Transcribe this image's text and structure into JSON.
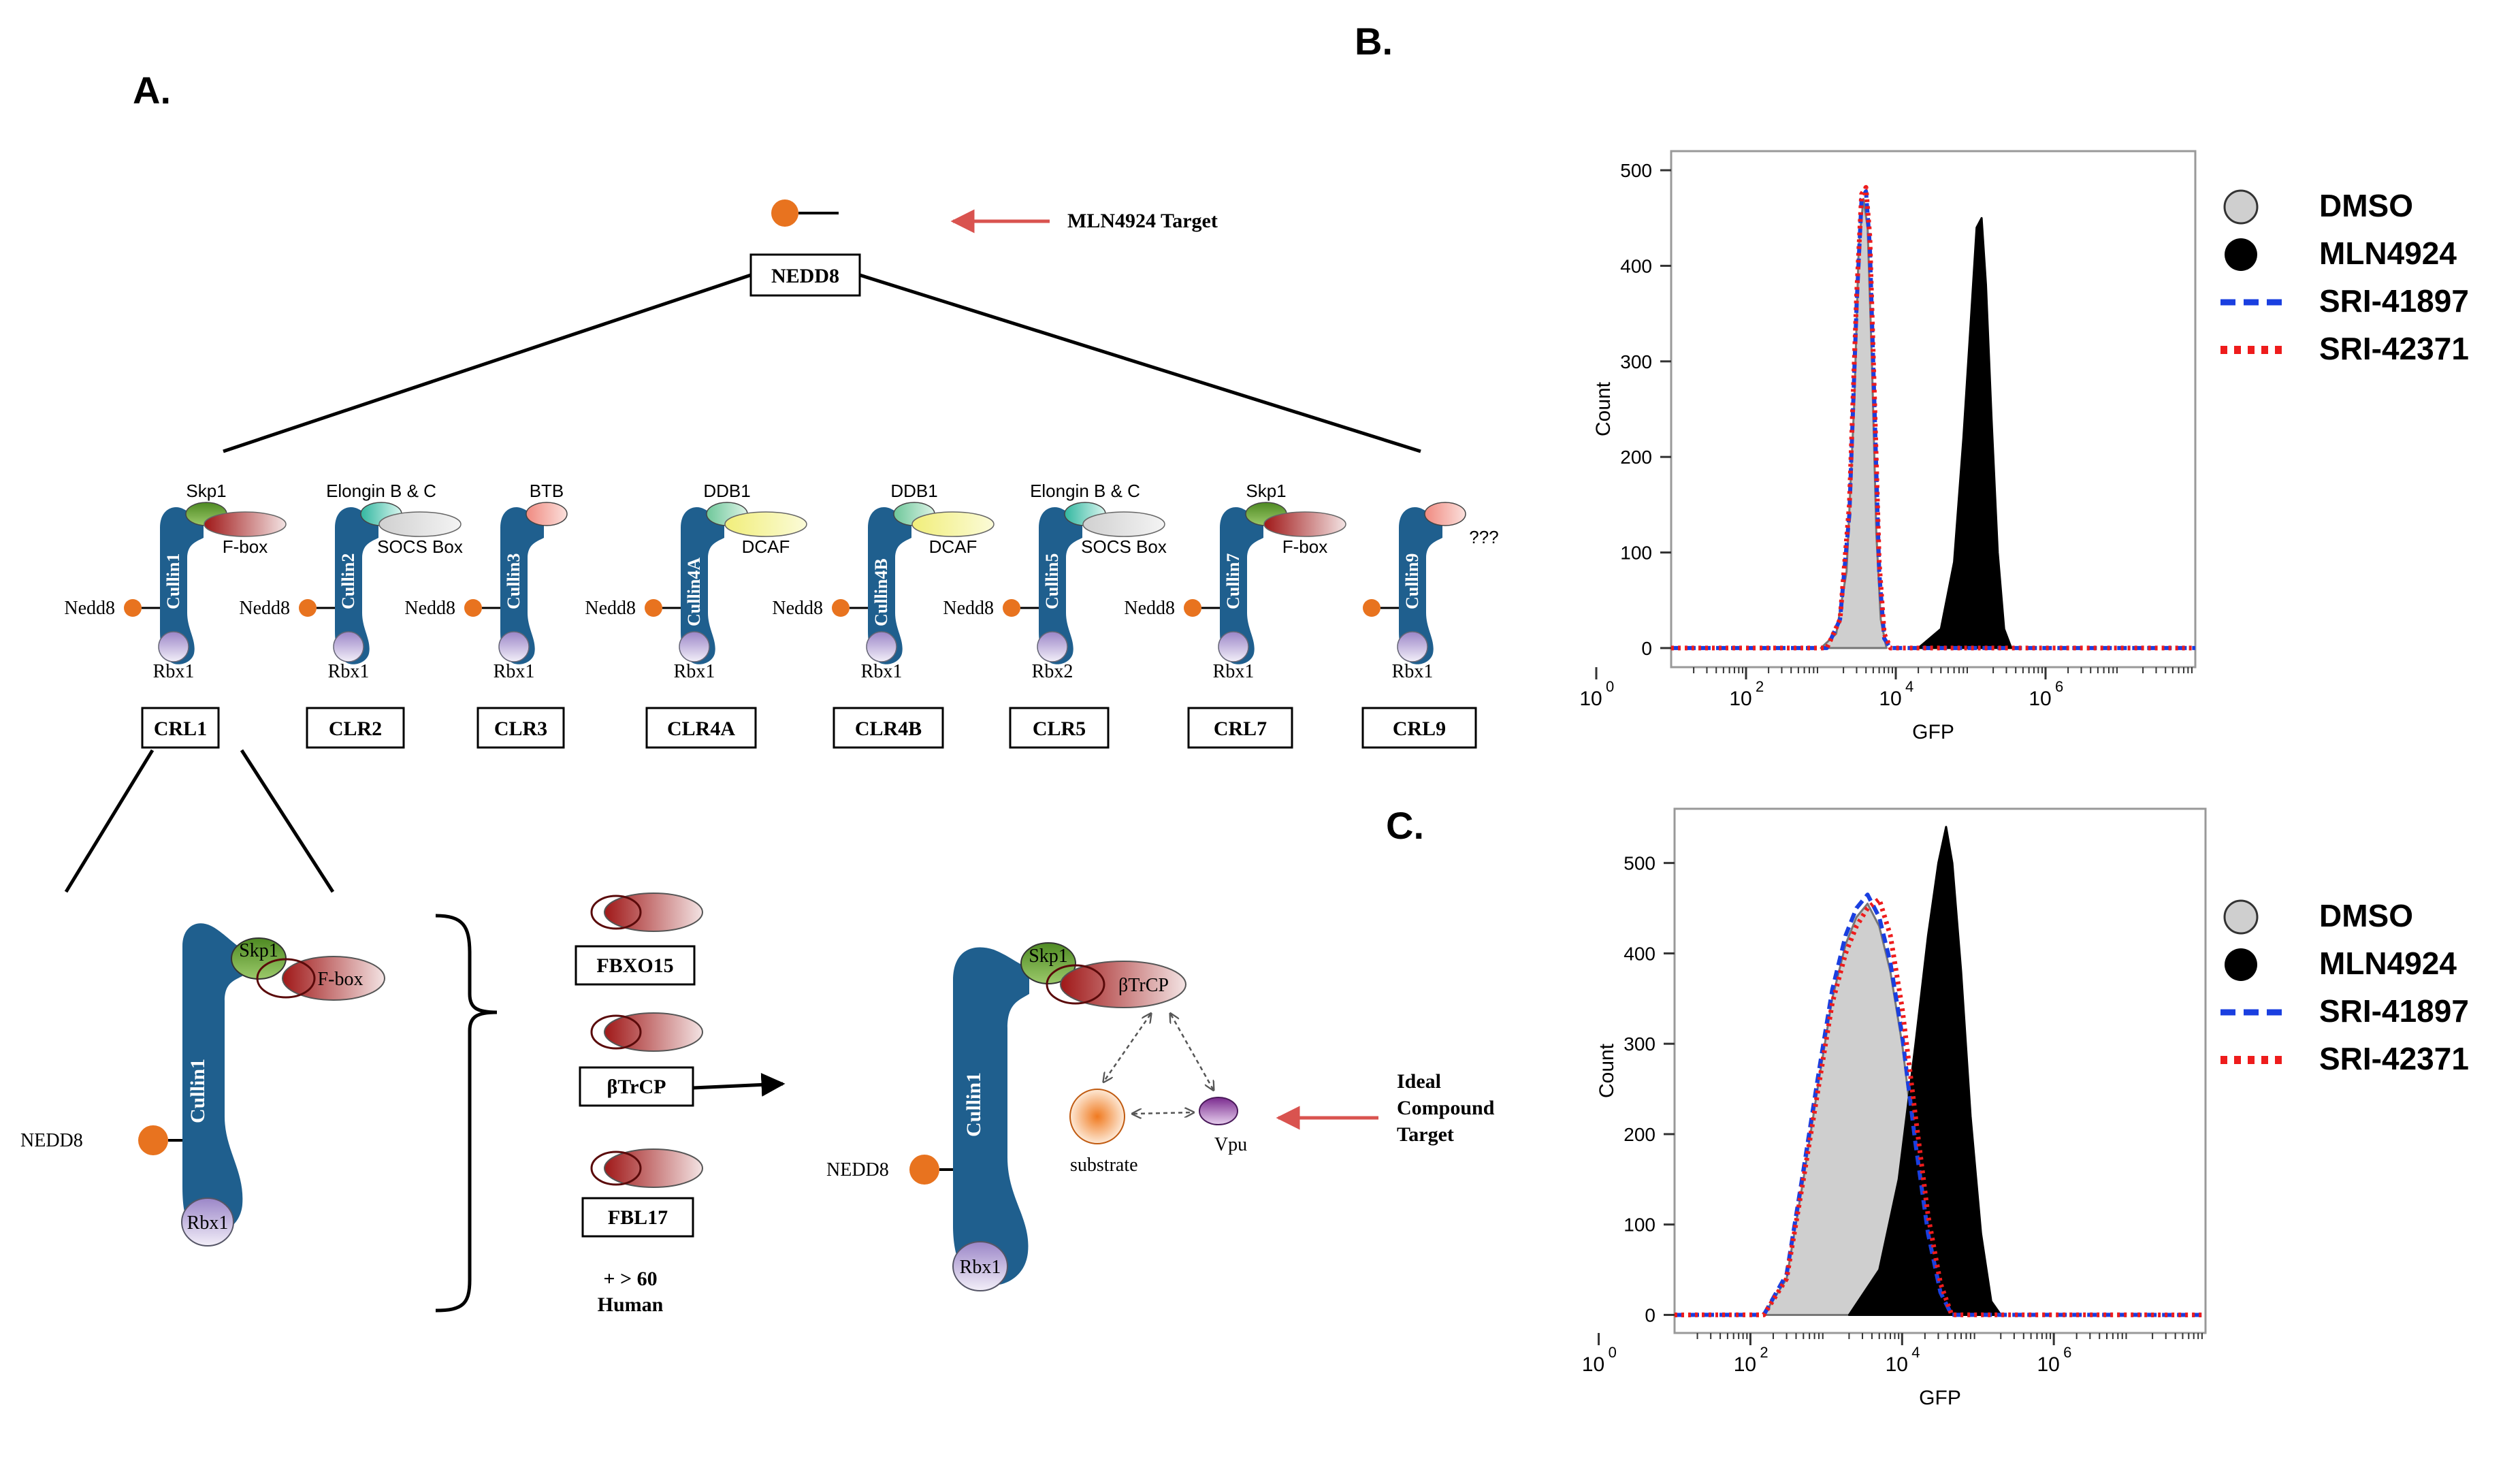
{
  "panel_a": {
    "label": "A.",
    "nedd8_top": "NEDD8",
    "mln_target": "MLN4924 Target",
    "crls": [
      {
        "name": "CRL1",
        "cullin": "Cullin1",
        "nedd8": "Nedd8",
        "rbx": "Rbx1",
        "adaptor": "Skp1",
        "receptor": "F-box"
      },
      {
        "name": "CLR2",
        "cullin": "Cullin2",
        "nedd8": "Nedd8",
        "rbx": "Rbx1",
        "adaptor": "Elongin B & C",
        "receptor": "SOCS Box"
      },
      {
        "name": "CLR3",
        "cullin": "Cullin3",
        "nedd8": "Nedd8",
        "rbx": "Rbx1",
        "adaptor": "BTB",
        "receptor": ""
      },
      {
        "name": "CLR4A",
        "cullin": "Cullin4A",
        "nedd8": "Nedd8",
        "rbx": "Rbx1",
        "adaptor": "DDB1",
        "receptor": "DCAF"
      },
      {
        "name": "CLR4B",
        "cullin": "Cullin4B",
        "nedd8": "Nedd8",
        "rbx": "Rbx1",
        "adaptor": "DDB1",
        "receptor": "DCAF"
      },
      {
        "name": "CLR5",
        "cullin": "Cullin5",
        "nedd8": "Nedd8",
        "rbx": "Rbx2",
        "adaptor": "Elongin B & C",
        "receptor": "SOCS Box"
      },
      {
        "name": "CRL7",
        "cullin": "Cullin7",
        "nedd8": "Nedd8",
        "rbx": "Rbx1",
        "adaptor": "Skp1",
        "receptor": "F-box"
      },
      {
        "name": "CRL9",
        "cullin": "Cullin9",
        "nedd8": "",
        "rbx": "Rbx1",
        "adaptor": "",
        "receptor": "???"
      }
    ],
    "detail": {
      "nedd8": "NEDD8",
      "cullin": "Cullin1",
      "skp1": "Skp1",
      "fbox": "F-box",
      "rbx": "Rbx1"
    },
    "fbox_list": {
      "items": [
        "FBXO15",
        "βTrCP",
        "FBL17"
      ],
      "more_line1": "+ > 60",
      "more_line2": "Human"
    },
    "complex": {
      "nedd8": "NEDD8",
      "cullin": "Cullin1",
      "skp1": "Skp1",
      "receptor": "βTrCP",
      "substrate": "substrate",
      "vpu": "Vpu",
      "rbx": "Rbx1",
      "target_line1": "Ideal",
      "target_line2": "Compound",
      "target_line3": "Target"
    }
  },
  "panel_b_label": "B.",
  "panel_c_label": "C.",
  "legend": [
    {
      "name": "DMSO",
      "marker": "gray-circle"
    },
    {
      "name": "MLN4924",
      "marker": "black-circle"
    },
    {
      "name": "SRI-41897",
      "marker": "blue-dash"
    },
    {
      "name": "SRI-42371",
      "marker": "red-dot"
    }
  ],
  "colors": {
    "cullin_blue": "#1f5f8e",
    "nedd8_orange": "#e8731f",
    "arrow_red": "#d9534f",
    "dmso_fill": "#cfcfcf",
    "mln_fill": "#000000",
    "sri41897": "#1a3fe0",
    "sri42371": "#ee1c1c"
  },
  "chart_data": [
    {
      "type": "area",
      "panel": "B",
      "xlabel": "GFP",
      "ylabel": "Count",
      "x_scale": "log",
      "xlim": [
        10,
        100000000
      ],
      "x_ticks": [
        "10",
        "10",
        "10",
        "10"
      ],
      "x_tick_exps": [
        "0",
        "2",
        "4",
        "6"
      ],
      "ylim": [
        -20,
        520
      ],
      "y_ticks": [
        0,
        100,
        200,
        300,
        400,
        500
      ],
      "series": [
        {
          "name": "DMSO",
          "style": "gray-fill",
          "points": [
            [
              1000,
              0
            ],
            [
              1600,
              15
            ],
            [
              2200,
              80
            ],
            [
              2800,
              260
            ],
            [
              3200,
              420
            ],
            [
              3700,
              470
            ],
            [
              4200,
              440
            ],
            [
              4800,
              300
            ],
            [
              5500,
              120
            ],
            [
              6300,
              30
            ],
            [
              7500,
              0
            ]
          ]
        },
        {
          "name": "MLN4924",
          "style": "black-fill",
          "points": [
            [
              20000,
              0
            ],
            [
              40000,
              20
            ],
            [
              60000,
              90
            ],
            [
              80000,
              220
            ],
            [
              100000,
              340
            ],
            [
              120000,
              440
            ],
            [
              140000,
              450
            ],
            [
              160000,
              380
            ],
            [
              190000,
              240
            ],
            [
              230000,
              100
            ],
            [
              280000,
              20
            ],
            [
              350000,
              0
            ]
          ]
        },
        {
          "name": "SRI-41897",
          "style": "blue-dash",
          "points": [
            [
              1200,
              0
            ],
            [
              1800,
              30
            ],
            [
              2400,
              140
            ],
            [
              3000,
              360
            ],
            [
              3500,
              470
            ],
            [
              4000,
              478
            ],
            [
              4500,
              420
            ],
            [
              5200,
              250
            ],
            [
              6000,
              80
            ],
            [
              7000,
              10
            ],
            [
              8500,
              0
            ]
          ]
        },
        {
          "name": "SRI-42371",
          "style": "red-dot",
          "points": [
            [
              1200,
              0
            ],
            [
              1800,
              30
            ],
            [
              2400,
              150
            ],
            [
              3000,
              370
            ],
            [
              3500,
              475
            ],
            [
              4000,
              482
            ],
            [
              4500,
              430
            ],
            [
              5200,
              260
            ],
            [
              6000,
              90
            ],
            [
              7000,
              15
            ],
            [
              8500,
              0
            ]
          ]
        }
      ]
    },
    {
      "type": "area",
      "panel": "C",
      "xlabel": "GFP",
      "ylabel": "Count",
      "x_scale": "log",
      "xlim": [
        10,
        100000000
      ],
      "x_ticks": [
        "10",
        "10",
        "10",
        "10"
      ],
      "x_tick_exps": [
        "0",
        "2",
        "4",
        "6"
      ],
      "ylim": [
        -20,
        560
      ],
      "y_ticks": [
        0,
        100,
        200,
        300,
        400,
        500
      ],
      "series": [
        {
          "name": "DMSO",
          "style": "gray-fill",
          "points": [
            [
              150,
              0
            ],
            [
              300,
              40
            ],
            [
              500,
              150
            ],
            [
              800,
              260
            ],
            [
              1200,
              350
            ],
            [
              1800,
              410
            ],
            [
              2500,
              440
            ],
            [
              3500,
              455
            ],
            [
              5000,
              430
            ],
            [
              7000,
              380
            ],
            [
              10000,
              300
            ],
            [
              15000,
              180
            ],
            [
              22000,
              80
            ],
            [
              32000,
              20
            ],
            [
              45000,
              0
            ]
          ]
        },
        {
          "name": "MLN4924",
          "style": "black-fill",
          "points": [
            [
              2000,
              0
            ],
            [
              5000,
              50
            ],
            [
              9000,
              150
            ],
            [
              15000,
              300
            ],
            [
              22000,
              420
            ],
            [
              30000,
              500
            ],
            [
              38000,
              540
            ],
            [
              46000,
              500
            ],
            [
              60000,
              380
            ],
            [
              80000,
              220
            ],
            [
              110000,
              90
            ],
            [
              150000,
              15
            ],
            [
              200000,
              0
            ]
          ]
        },
        {
          "name": "SRI-41897",
          "style": "blue-dash",
          "points": [
            [
              150,
              0
            ],
            [
              300,
              45
            ],
            [
              500,
              160
            ],
            [
              800,
              270
            ],
            [
              1200,
              360
            ],
            [
              1800,
              420
            ],
            [
              2500,
              450
            ],
            [
              3500,
              465
            ],
            [
              5000,
              440
            ],
            [
              7000,
              390
            ],
            [
              10000,
              310
            ],
            [
              15000,
              190
            ],
            [
              22000,
              90
            ],
            [
              32000,
              25
            ],
            [
              45000,
              0
            ]
          ]
        },
        {
          "name": "SRI-42371",
          "style": "red-dot",
          "points": [
            [
              150,
              0
            ],
            [
              300,
              40
            ],
            [
              500,
              150
            ],
            [
              800,
              255
            ],
            [
              1200,
              345
            ],
            [
              1800,
              400
            ],
            [
              2500,
              430
            ],
            [
              3500,
              450
            ],
            [
              5000,
              460
            ],
            [
              7000,
              420
            ],
            [
              10000,
              340
            ],
            [
              15000,
              220
            ],
            [
              22000,
              110
            ],
            [
              32000,
              35
            ],
            [
              45000,
              0
            ]
          ]
        }
      ]
    }
  ]
}
